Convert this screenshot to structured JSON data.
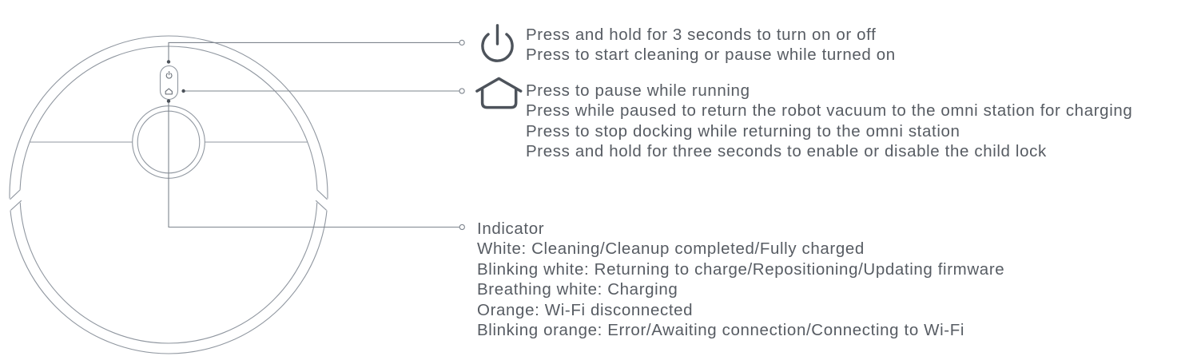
{
  "page": {
    "background": "#ffffff",
    "subject": "robot vacuum button and indicator guide"
  },
  "colors": {
    "drawing_outline": "#9097a0",
    "callout_line": "#7e858e",
    "callout_dot": "#4b5159",
    "icon": "#4d535b",
    "text": "#575c63"
  },
  "icons": {
    "power": "power-icon",
    "home": "home-icon"
  },
  "sections": {
    "power": {
      "lines": [
        "Press and hold for 3 seconds to turn on or off",
        "Press to start cleaning or pause while turned on"
      ]
    },
    "home": {
      "lines": [
        "Press to pause while running",
        "Press while paused to return the robot vacuum to the omni station for charging",
        "Press to stop docking while returning to the omni station",
        "Press and hold for three seconds to enable or disable the child lock"
      ]
    },
    "indicator": {
      "lines": [
        "Indicator",
        "White: Cleaning/Cleanup completed/Fully charged",
        "Blinking white: Returning to charge/Repositioning/Updating firmware",
        "Breathing white: Charging",
        "Orange: Wi-Fi disconnected",
        "Blinking orange: Error/Awaiting connection/Connecting to Wi-Fi"
      ]
    }
  }
}
